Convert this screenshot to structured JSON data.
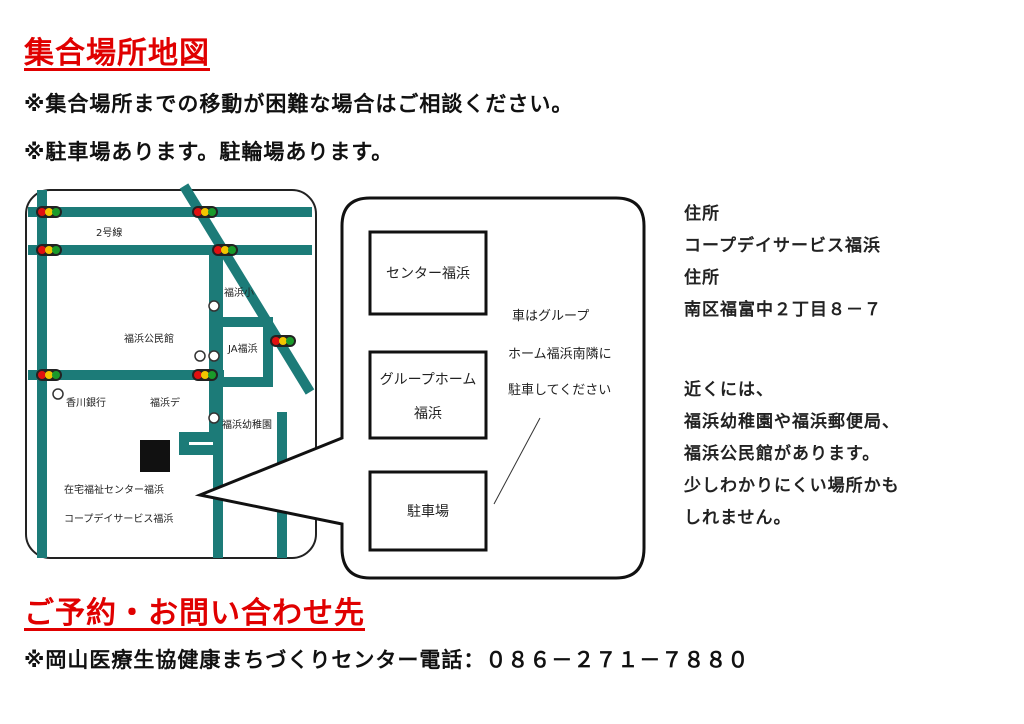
{
  "title": "集合場所地図",
  "notes": [
    "※集合場所までの移動が困難な場合はご相談ください。",
    "※駐車場あります。駐輪場あります。"
  ],
  "map": {
    "route_label": "2号線",
    "landmarks": [
      "福浜小",
      "JA福浜",
      "福浜公民館",
      "香川銀行",
      "福浜デ",
      "福浜幼稚園"
    ],
    "destination": [
      "在宅福祉センター福浜",
      "コープデイサービス福浜"
    ],
    "callout": {
      "box1": "センター福浜",
      "box2": [
        "グループホーム",
        "福浜"
      ],
      "box3": "駐車場",
      "note": [
        "車はグループ",
        "ホーム福浜南隣に",
        "駐車してください"
      ]
    }
  },
  "address": {
    "label1": "住所",
    "name": "コープデイサービス福浜",
    "label2": "住所",
    "value": "南区福富中２丁目８－７"
  },
  "nearby": [
    "近くには、",
    "福浜幼稚園や福浜郵便局、",
    "福浜公民館があります。",
    "少しわかりにくい場所かも",
    "しれません。"
  ],
  "contact": {
    "heading": "ご予約・お問い合わせ先",
    "phone": "※岡山医療生協健康まちづくりセンター電話：０８６－２７１－７８８０"
  },
  "colors": {
    "road": "#1c7b78",
    "heading": "#e00000"
  }
}
